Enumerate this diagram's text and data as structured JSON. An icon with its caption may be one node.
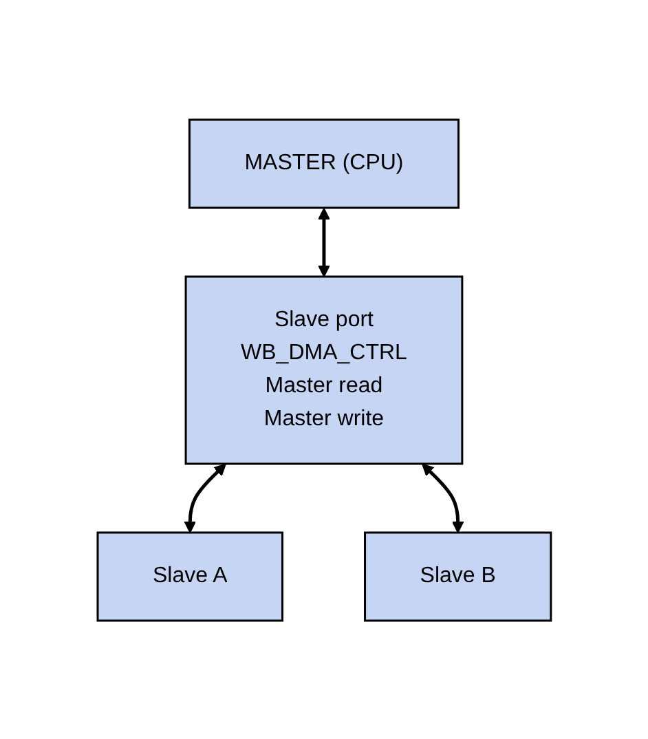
{
  "diagram": {
    "nodes": [
      {
        "text": [
          "MASTER (CPU)"
        ]
      },
      {
        "text": [
          "Slave port",
          "WB_DMA_CTRL",
          "Master read",
          "Master write"
        ]
      },
      {
        "text": [
          "Slave A"
        ]
      },
      {
        "text": [
          "Slave B"
        ]
      }
    ],
    "edges": [
      {
        "from": 0,
        "to": 1,
        "arrow": "both"
      },
      {
        "from": 1,
        "to": 2,
        "arrow": "both"
      },
      {
        "from": 1,
        "to": 3,
        "arrow": "both"
      }
    ]
  }
}
